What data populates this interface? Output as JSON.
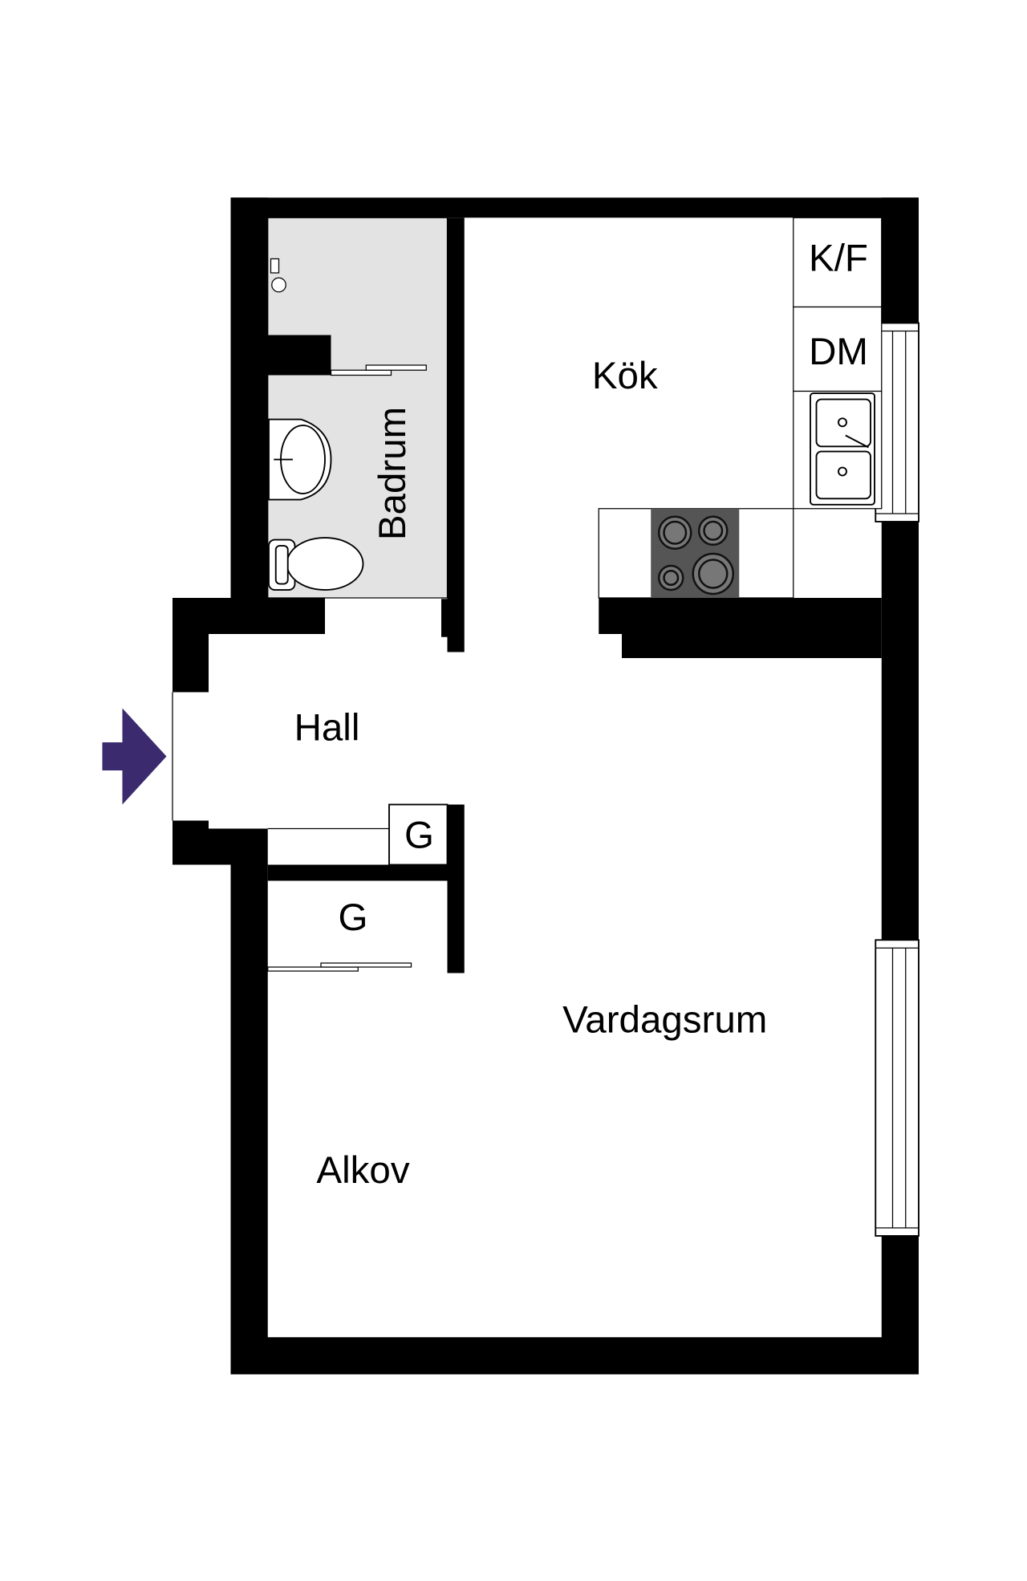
{
  "rooms": {
    "kitchen": "Kök",
    "bathroom": "Badrum",
    "fridge_freezer": "K/F",
    "dishwasher": "DM",
    "hall": "Hall",
    "closet_hall": "G",
    "closet_alcove": "G",
    "living_room": "Vardagsrum",
    "alcove": "Alkov"
  },
  "colors": {
    "wall": "#000000",
    "bathroom_floor": "#e3e3e3",
    "stove": "#555555",
    "entrance_arrow": "#3b2a6e"
  }
}
